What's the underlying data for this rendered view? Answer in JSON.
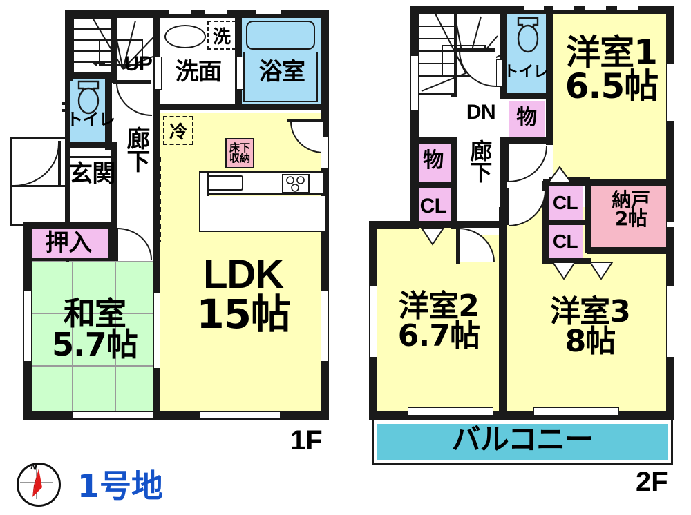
{
  "title": "間取り図 1号地",
  "lot_label": "1号地",
  "compass_label": "N",
  "floors": [
    {
      "id": "1F",
      "floor_label": "1F",
      "rooms": [
        {
          "key": "ldk",
          "label_lines": [
            "LDK",
            "15帖"
          ],
          "name": "LDK",
          "area": "15帖",
          "color": "#ffffbb"
        },
        {
          "key": "washitsu",
          "label_lines": [
            "和室",
            "5.7帖"
          ],
          "name": "和室",
          "area": "5.7帖",
          "color": "#ccffcc"
        },
        {
          "key": "genkan",
          "label_lines": [
            "玄関"
          ],
          "name": "玄関",
          "color": "#ffffff"
        },
        {
          "key": "rouka1",
          "label_lines": [
            "廊",
            "下"
          ],
          "name": "廊下",
          "color": "#ffffff"
        },
        {
          "key": "toilet1",
          "label_lines": [
            "トイレ"
          ],
          "name": "トイレ",
          "color": "#a9ddf5"
        },
        {
          "key": "senmen",
          "label_lines": [
            "洗面"
          ],
          "name": "洗面",
          "color": "#ffffff"
        },
        {
          "key": "yokushitsu",
          "label_lines": [
            "浴室"
          ],
          "name": "浴室",
          "color": "#a9ddf5"
        },
        {
          "key": "oshiire",
          "label_lines": [
            "押入"
          ],
          "name": "押入",
          "color": "#f3bfee"
        }
      ],
      "markers": [
        {
          "key": "up",
          "label": "UP"
        },
        {
          "key": "sen",
          "label": "洗"
        },
        {
          "key": "rei",
          "label": "冷"
        },
        {
          "key": "yukashita",
          "label_lines": [
            "床下",
            "収納"
          ]
        }
      ]
    },
    {
      "id": "2F",
      "floor_label": "2F",
      "rooms": [
        {
          "key": "yoshitsu1",
          "label_lines": [
            "洋室1",
            "6.5帖"
          ],
          "name": "洋室1",
          "area": "6.5帖",
          "color": "#ffffbb"
        },
        {
          "key": "yoshitsu2",
          "label_lines": [
            "洋室2",
            "6.7帖"
          ],
          "name": "洋室2",
          "area": "6.7帖",
          "color": "#ffffbb"
        },
        {
          "key": "yoshitsu3",
          "label_lines": [
            "洋室3",
            "8帖"
          ],
          "name": "洋室3",
          "area": "8帖",
          "color": "#ffffbb"
        },
        {
          "key": "nando",
          "label_lines": [
            "納戸",
            "2帖"
          ],
          "name": "納戸",
          "area": "2帖",
          "color": "#f7b9c8"
        },
        {
          "key": "toilet2",
          "label_lines": [
            "トイレ"
          ],
          "name": "トイレ",
          "color": "#a9ddf5"
        },
        {
          "key": "rouka2",
          "label_lines": [
            "廊",
            "下"
          ],
          "name": "廊下",
          "color": "#ffffff"
        },
        {
          "key": "balcony",
          "label_lines": [
            "バルコニー"
          ],
          "name": "バルコニー",
          "color": "#63c9dc"
        }
      ],
      "storages": [
        {
          "key": "mono_top",
          "label": "物"
        },
        {
          "key": "mono_left",
          "label": "物"
        },
        {
          "key": "cl_left",
          "label": "CL"
        },
        {
          "key": "cl_right_upper",
          "label": "CL"
        },
        {
          "key": "cl_right_lower",
          "label": "CL"
        }
      ],
      "markers": [
        {
          "key": "dn",
          "label": "DN"
        }
      ]
    }
  ],
  "palette": {
    "yellow": "#ffffbb",
    "green": "#ccffcc",
    "pink": "#f3bfee",
    "rose": "#f7b9c8",
    "blue": "#a9ddf5",
    "cyan": "#63c9dc",
    "wall": "#1a1a1a",
    "lot_text": "#1452c8",
    "compass_needle": "#e01b1b"
  }
}
